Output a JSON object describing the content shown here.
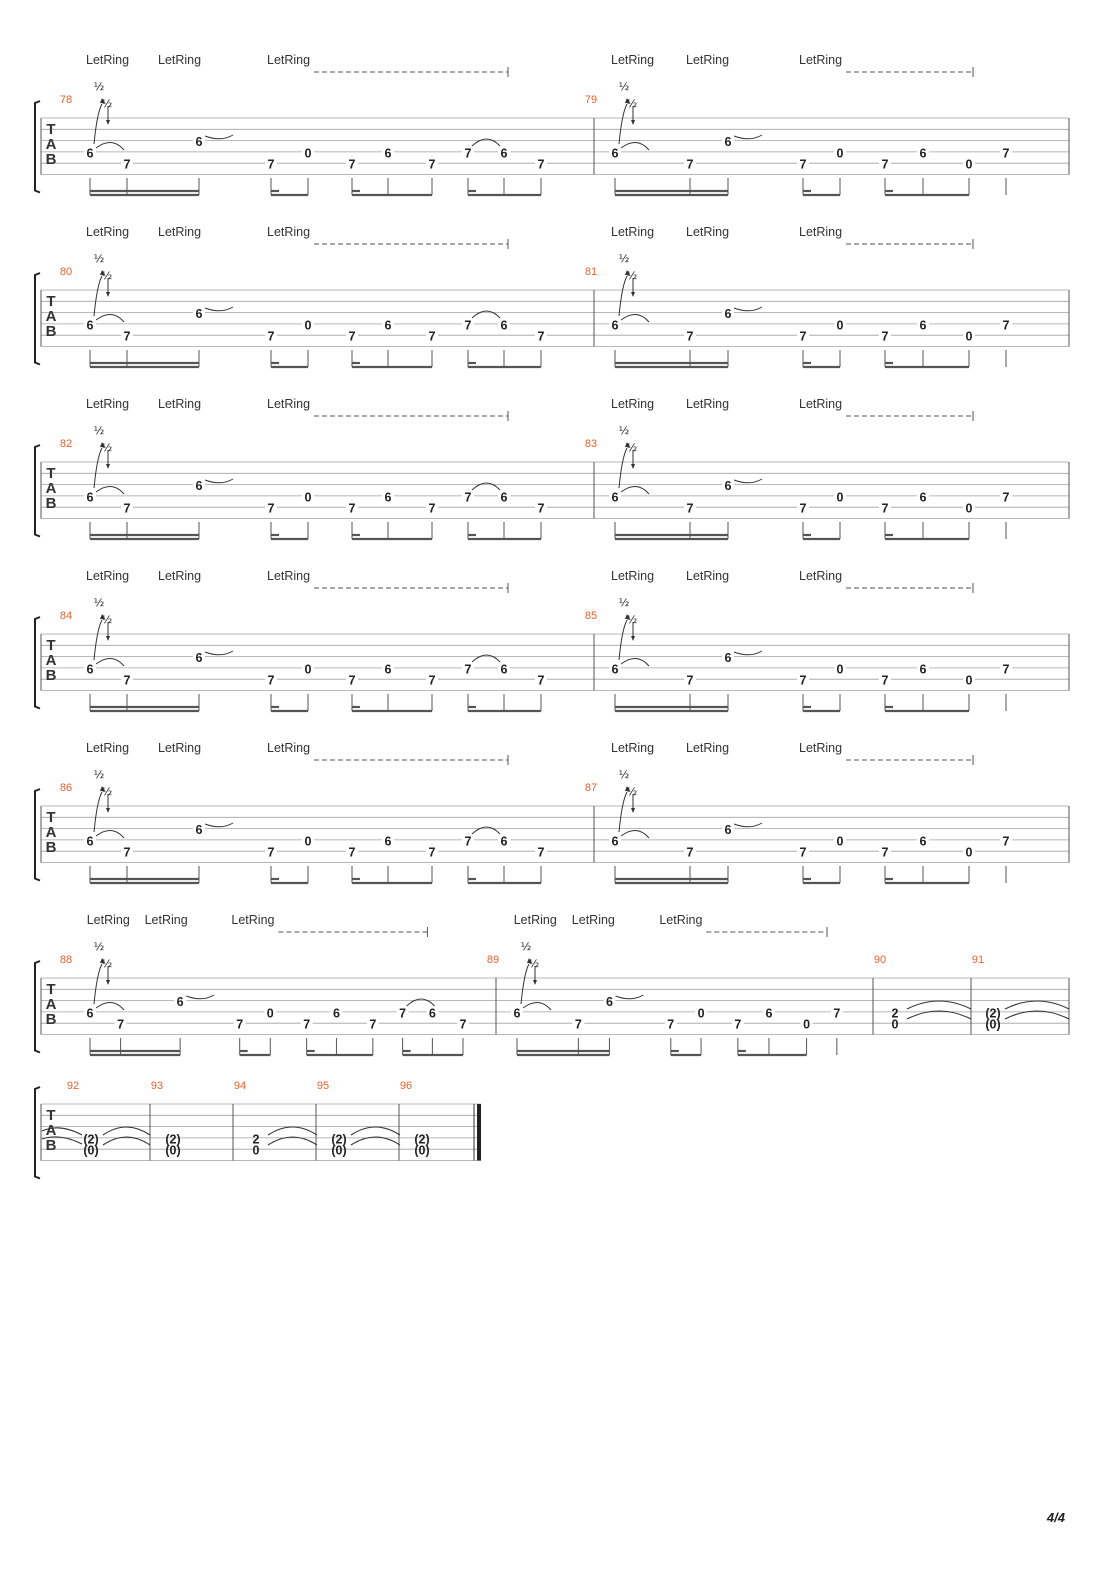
{
  "tab_clef": [
    "T",
    "A",
    "B"
  ],
  "let_ring_label": "LetRing",
  "bend_label": "½",
  "page_number": "4/4",
  "riff_a": {
    "notes": [
      {
        "fret": "6",
        "string": 4
      },
      {
        "fret": "7",
        "string": 5
      },
      {
        "fret": "6",
        "string": 3
      },
      {
        "fret": "7",
        "string": 5
      },
      {
        "fret": "0",
        "string": 4
      },
      {
        "fret": "7",
        "string": 5
      },
      {
        "fret": "6",
        "string": 4
      },
      {
        "fret": "7",
        "string": 5
      },
      {
        "fret": "7",
        "string": 4
      },
      {
        "fret": "6",
        "string": 4
      },
      {
        "fret": "7",
        "string": 5
      }
    ]
  },
  "riff_b": {
    "notes": [
      {
        "fret": "6",
        "string": 4
      },
      {
        "fret": "7",
        "string": 5
      },
      {
        "fret": "6",
        "string": 3
      },
      {
        "fret": "7",
        "string": 5
      },
      {
        "fret": "0",
        "string": 4
      },
      {
        "fret": "7",
        "string": 5
      },
      {
        "fret": "6",
        "string": 4
      },
      {
        "fret": "0",
        "string": 5
      },
      {
        "fret": "7",
        "string": 4
      }
    ]
  },
  "systems": [
    {
      "measures": [
        "78",
        "79"
      ]
    },
    {
      "measures": [
        "80",
        "81"
      ]
    },
    {
      "measures": [
        "82",
        "83"
      ]
    },
    {
      "measures": [
        "84",
        "85"
      ]
    },
    {
      "measures": [
        "86",
        "87"
      ]
    },
    {
      "measures": [
        "88",
        "89",
        "90",
        "91"
      ]
    },
    {
      "measures": [
        "92",
        "93",
        "94",
        "95",
        "96"
      ]
    }
  ],
  "chord_measures": [
    {
      "number": "90",
      "top": "2",
      "bottom": "0"
    },
    {
      "number": "91",
      "top": "(2)",
      "bottom": "(0)"
    },
    {
      "number": "92",
      "top": "(2)",
      "bottom": "(0)"
    },
    {
      "number": "93",
      "top": "(2)",
      "bottom": "(0)"
    },
    {
      "number": "94",
      "top": "2",
      "bottom": "0"
    },
    {
      "number": "95",
      "top": "(2)",
      "bottom": "(0)"
    },
    {
      "number": "96",
      "top": "(2)",
      "bottom": "(0)"
    }
  ]
}
